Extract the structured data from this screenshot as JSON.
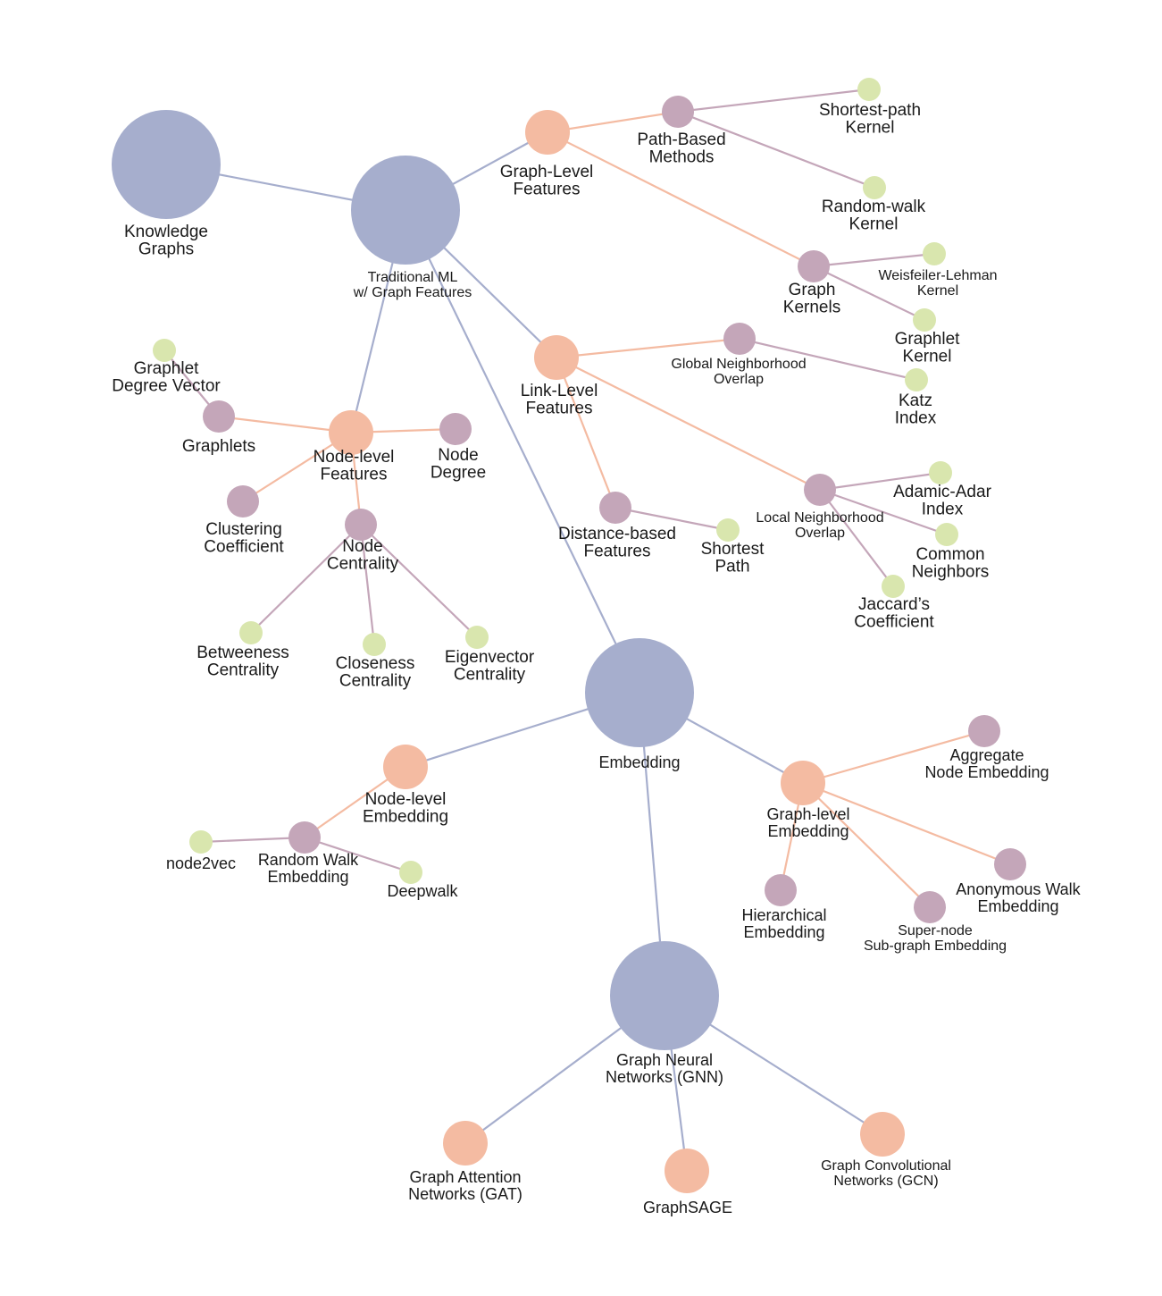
{
  "colors": {
    "major": "#a6aecd",
    "feature": "#f4bba2",
    "method": "#c4a6b9",
    "leaf": "#d9e6ae",
    "edge_major": "#a6aecd",
    "edge_feature": "#f4bba2",
    "edge_method": "#c4a6b9"
  },
  "nodes": [
    {
      "id": "knowledge-graphs",
      "tier": "major",
      "lines": [
        "Knowledge",
        "Graphs"
      ]
    },
    {
      "id": "traditional-ml",
      "tier": "major",
      "lines": [
        "Traditional ML",
        "w/ Graph Features"
      ]
    },
    {
      "id": "embedding",
      "tier": "major",
      "lines": [
        "Embedding"
      ]
    },
    {
      "id": "gnn",
      "tier": "major",
      "lines": [
        "Graph Neural",
        "Networks (GNN)"
      ]
    },
    {
      "id": "graph-level-features",
      "tier": "feature",
      "lines": [
        "Graph-Level",
        "Features"
      ]
    },
    {
      "id": "link-level-features",
      "tier": "feature",
      "lines": [
        "Link-Level",
        "Features"
      ]
    },
    {
      "id": "node-level-features",
      "tier": "feature",
      "lines": [
        "Node-level",
        "Features"
      ]
    },
    {
      "id": "node-level-embedding",
      "tier": "feature",
      "lines": [
        "Node-level",
        "Embedding"
      ]
    },
    {
      "id": "graph-level-embedding",
      "tier": "feature",
      "lines": [
        "Graph-level",
        "Embedding"
      ]
    },
    {
      "id": "gat",
      "tier": "feature",
      "lines": [
        "Graph Attention",
        "Networks (GAT)"
      ]
    },
    {
      "id": "graphsage",
      "tier": "feature",
      "lines": [
        "GraphSAGE"
      ]
    },
    {
      "id": "gcn",
      "tier": "feature",
      "lines": [
        "Graph Convolutional",
        "Networks (GCN)"
      ]
    },
    {
      "id": "path-based-methods",
      "tier": "method",
      "lines": [
        "Path-Based",
        "Methods"
      ]
    },
    {
      "id": "graph-kernels",
      "tier": "method",
      "lines": [
        "Graph",
        "Kernels"
      ]
    },
    {
      "id": "global-neighborhood-overlap",
      "tier": "method",
      "lines": [
        "Global Neighborhood",
        "Overlap"
      ]
    },
    {
      "id": "local-neighborhood-overlap",
      "tier": "method",
      "lines": [
        "Local Neighborhood",
        "Overlap"
      ]
    },
    {
      "id": "distance-based-features",
      "tier": "method",
      "lines": [
        "Distance-based",
        "Features"
      ]
    },
    {
      "id": "graphlets",
      "tier": "method",
      "lines": [
        "Graphlets"
      ]
    },
    {
      "id": "node-degree",
      "tier": "method",
      "lines": [
        "Node",
        "Degree"
      ]
    },
    {
      "id": "clustering-coefficient",
      "tier": "method",
      "lines": [
        "Clustering",
        "Coefficient"
      ]
    },
    {
      "id": "node-centrality",
      "tier": "method",
      "lines": [
        "Node",
        "Centrality"
      ]
    },
    {
      "id": "random-walk-embedding",
      "tier": "method",
      "lines": [
        "Random Walk",
        "Embedding"
      ]
    },
    {
      "id": "aggregate-node-embedding",
      "tier": "method",
      "lines": [
        "Aggregate",
        "Node Embedding"
      ]
    },
    {
      "id": "anonymous-walk-embedding",
      "tier": "method",
      "lines": [
        "Anonymous Walk",
        "Embedding"
      ]
    },
    {
      "id": "hierarchical-embedding",
      "tier": "method",
      "lines": [
        "Hierarchical",
        "Embedding"
      ]
    },
    {
      "id": "super-node-embedding",
      "tier": "method",
      "lines": [
        "Super-node",
        "Sub-graph Embedding"
      ]
    },
    {
      "id": "shortest-path-kernel",
      "tier": "leaf",
      "lines": [
        "Shortest-path",
        "Kernel"
      ]
    },
    {
      "id": "random-walk-kernel",
      "tier": "leaf",
      "lines": [
        "Random-walk",
        "Kernel"
      ]
    },
    {
      "id": "weisfeiler-lehman-kernel",
      "tier": "leaf",
      "lines": [
        "Weisfeiler-Lehman",
        "Kernel"
      ]
    },
    {
      "id": "graphlet-kernel",
      "tier": "leaf",
      "lines": [
        "Graphlet",
        "Kernel"
      ]
    },
    {
      "id": "katz-index",
      "tier": "leaf",
      "lines": [
        "Katz",
        "Index"
      ]
    },
    {
      "id": "adamic-adar-index",
      "tier": "leaf",
      "lines": [
        "Adamic-Adar",
        "Index"
      ]
    },
    {
      "id": "common-neighbors",
      "tier": "leaf",
      "lines": [
        "Common",
        "Neighbors"
      ]
    },
    {
      "id": "jaccards-coefficient",
      "tier": "leaf",
      "lines": [
        "Jaccard’s",
        "Coefficient"
      ]
    },
    {
      "id": "shortest-path",
      "tier": "leaf",
      "lines": [
        "Shortest",
        "Path"
      ]
    },
    {
      "id": "graphlet-degree-vector",
      "tier": "leaf",
      "lines": [
        "Graphlet",
        "Degree Vector"
      ]
    },
    {
      "id": "betweeness-centrality",
      "tier": "leaf",
      "lines": [
        "Betweeness",
        "Centrality"
      ]
    },
    {
      "id": "closeness-centrality",
      "tier": "leaf",
      "lines": [
        "Closeness",
        "Centrality"
      ]
    },
    {
      "id": "eigenvector-centrality",
      "tier": "leaf",
      "lines": [
        "Eigenvector",
        "Centrality"
      ]
    },
    {
      "id": "node2vec",
      "tier": "leaf",
      "lines": [
        "node2vec"
      ]
    },
    {
      "id": "deepwalk",
      "tier": "leaf",
      "lines": [
        "Deepwalk"
      ]
    }
  ],
  "edges": [
    [
      "knowledge-graphs",
      "traditional-ml"
    ],
    [
      "traditional-ml",
      "graph-level-features"
    ],
    [
      "traditional-ml",
      "link-level-features"
    ],
    [
      "traditional-ml",
      "node-level-features"
    ],
    [
      "traditional-ml",
      "embedding"
    ],
    [
      "embedding",
      "node-level-embedding"
    ],
    [
      "embedding",
      "graph-level-embedding"
    ],
    [
      "embedding",
      "gnn"
    ],
    [
      "gnn",
      "gat"
    ],
    [
      "gnn",
      "graphsage"
    ],
    [
      "gnn",
      "gcn"
    ],
    [
      "graph-level-features",
      "path-based-methods"
    ],
    [
      "graph-level-features",
      "graph-kernels"
    ],
    [
      "path-based-methods",
      "shortest-path-kernel"
    ],
    [
      "path-based-methods",
      "random-walk-kernel"
    ],
    [
      "graph-kernels",
      "weisfeiler-lehman-kernel"
    ],
    [
      "graph-kernels",
      "graphlet-kernel"
    ],
    [
      "link-level-features",
      "global-neighborhood-overlap"
    ],
    [
      "link-level-features",
      "local-neighborhood-overlap"
    ],
    [
      "link-level-features",
      "distance-based-features"
    ],
    [
      "global-neighborhood-overlap",
      "katz-index"
    ],
    [
      "local-neighborhood-overlap",
      "adamic-adar-index"
    ],
    [
      "local-neighborhood-overlap",
      "common-neighbors"
    ],
    [
      "local-neighborhood-overlap",
      "jaccards-coefficient"
    ],
    [
      "distance-based-features",
      "shortest-path"
    ],
    [
      "node-level-features",
      "graphlets"
    ],
    [
      "node-level-features",
      "node-degree"
    ],
    [
      "node-level-features",
      "clustering-coefficient"
    ],
    [
      "node-level-features",
      "node-centrality"
    ],
    [
      "graphlets",
      "graphlet-degree-vector"
    ],
    [
      "node-centrality",
      "betweeness-centrality"
    ],
    [
      "node-centrality",
      "closeness-centrality"
    ],
    [
      "node-centrality",
      "eigenvector-centrality"
    ],
    [
      "node-level-embedding",
      "random-walk-embedding"
    ],
    [
      "random-walk-embedding",
      "node2vec"
    ],
    [
      "random-walk-embedding",
      "deepwalk"
    ],
    [
      "graph-level-embedding",
      "aggregate-node-embedding"
    ],
    [
      "graph-level-embedding",
      "anonymous-walk-embedding"
    ],
    [
      "graph-level-embedding",
      "hierarchical-embedding"
    ],
    [
      "graph-level-embedding",
      "super-node-embedding"
    ]
  ]
}
